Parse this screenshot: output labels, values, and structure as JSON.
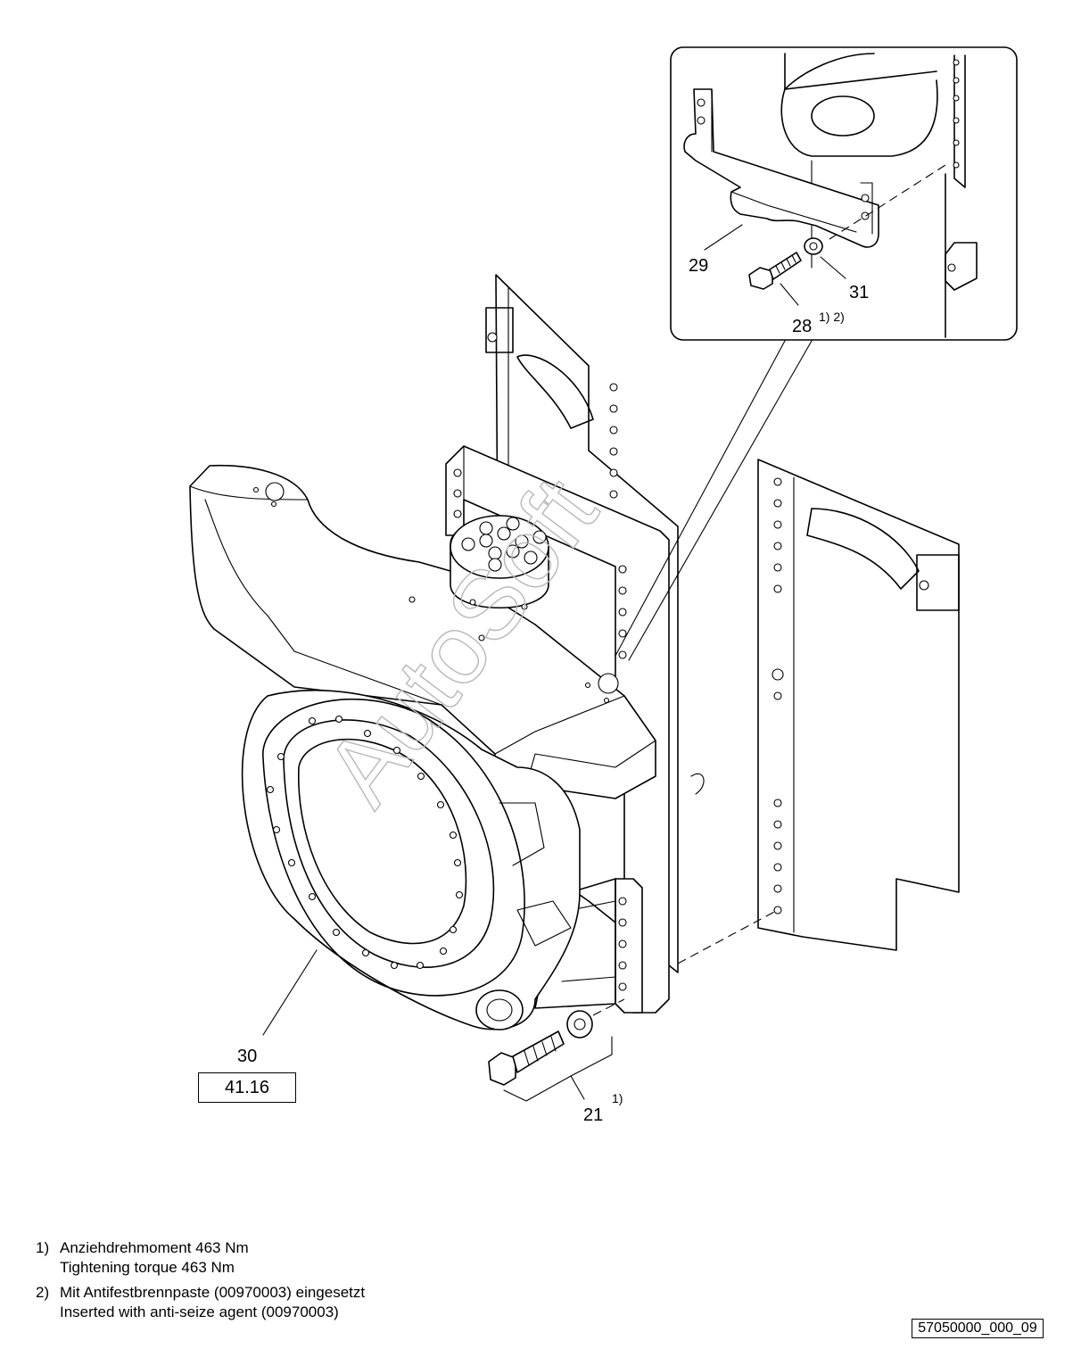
{
  "callouts": {
    "p29": "29",
    "p31": "31",
    "p28": "28",
    "p28_sup": "1) 2)",
    "p30": "30",
    "p21": "21",
    "p21_sup": "1)"
  },
  "reference_box": "41.16",
  "watermark": "AutoSoft",
  "notes": [
    {
      "num": "1)",
      "de": "Anziehdrehmoment 463 Nm",
      "en": "Tightening torque 463 Nm"
    },
    {
      "num": "2)",
      "de": "Mit Antifestbrennpaste (00970003) eingesetzt",
      "en": "Inserted with anti-seize agent (00970003)"
    }
  ],
  "document_id": "57050000_000_09"
}
